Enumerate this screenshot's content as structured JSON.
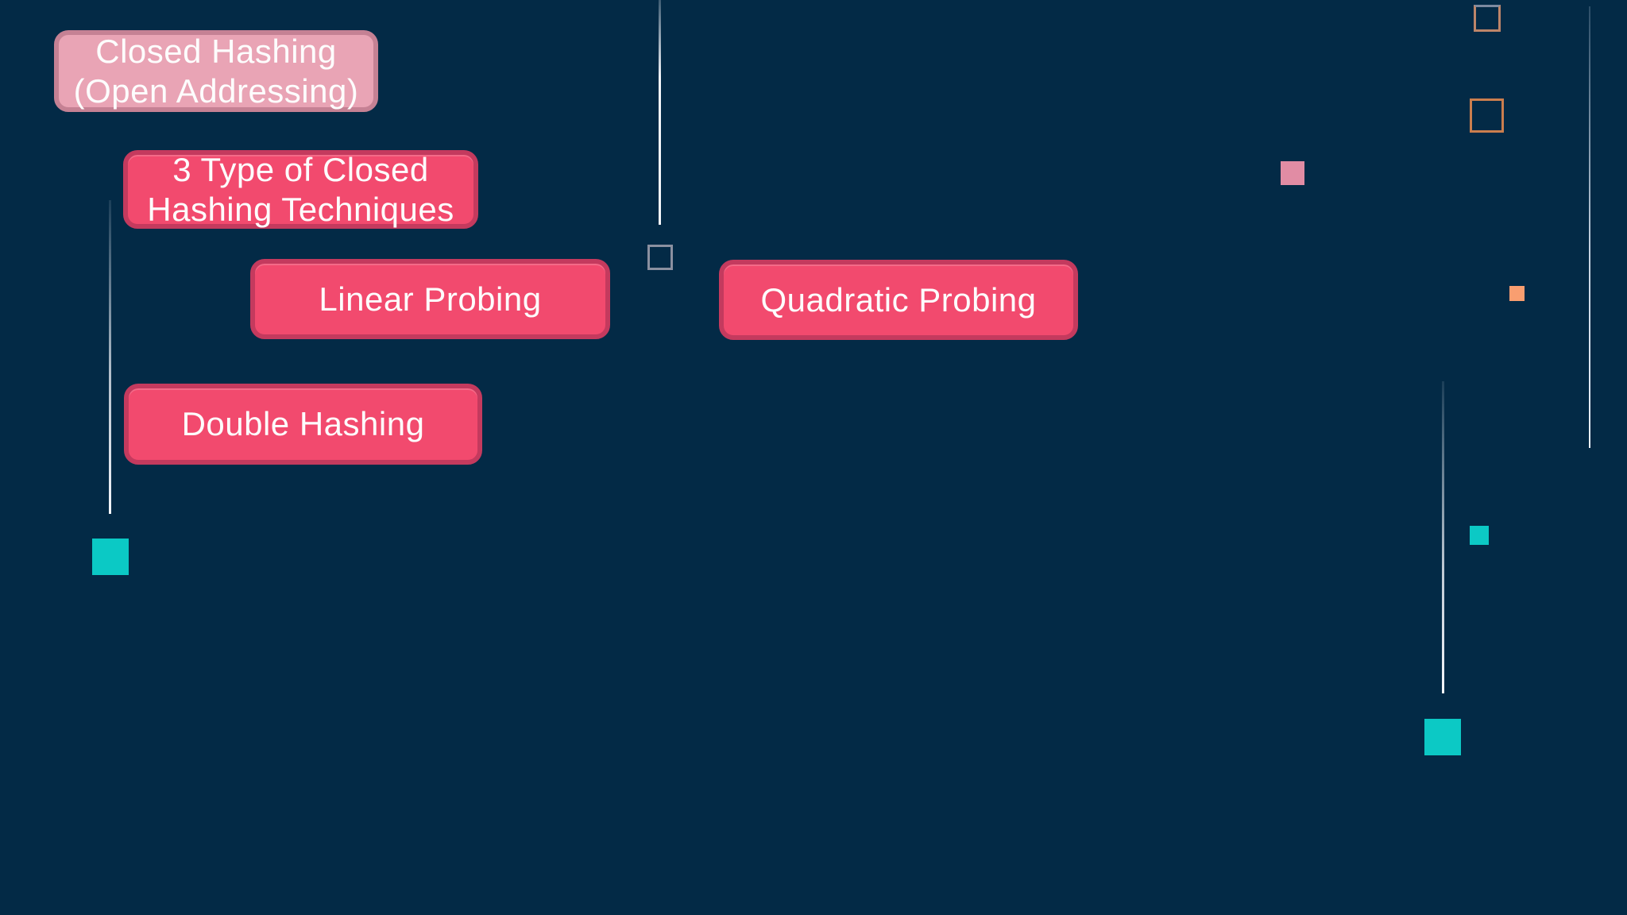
{
  "palette": {
    "background": "#032a46",
    "node_light_pink_fill": "#e9a4b5",
    "node_light_pink_border": "#c58194",
    "node_rose_fill": "#f24a6e",
    "node_rose_border": "#c43a5e",
    "node_text": "#fdfdfd",
    "teal_accent": "#0bc9c5",
    "orange_accent": "#f99e70",
    "pink_accent": "#e18ca4",
    "outline_orange": "#cb7e4e",
    "outline_gray": "#8b90a0",
    "line_color": "#f4f6fb"
  },
  "diagram": {
    "root": {
      "label": "Closed Hashing\n(Open Addressing)"
    },
    "heading": {
      "label": "3 Type of Closed\nHashing Techniques"
    },
    "techniques": [
      {
        "label": "Linear Probing"
      },
      {
        "label": "Quadratic Probing"
      },
      {
        "label": "Double Hashing"
      }
    ]
  }
}
